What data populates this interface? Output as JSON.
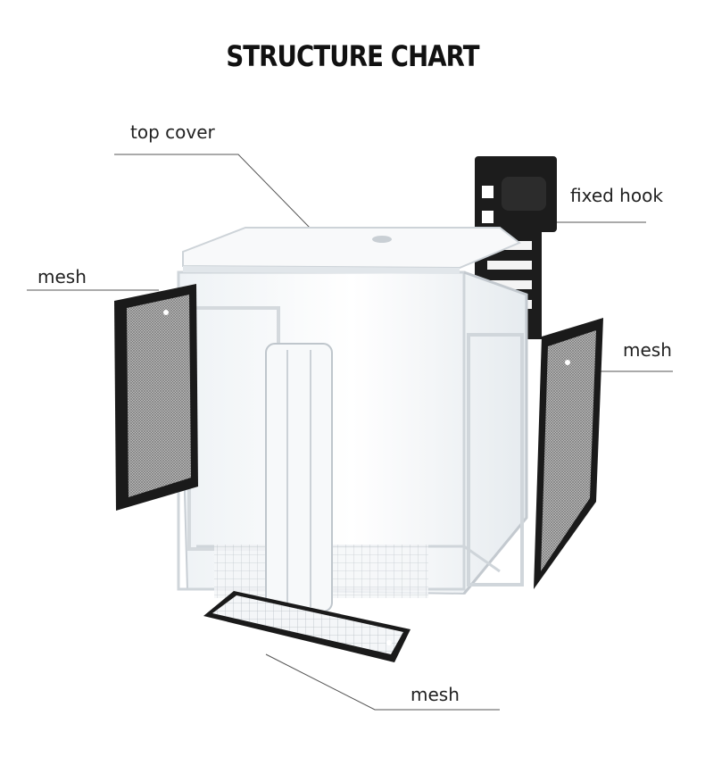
{
  "title": "STRUCTURE CHART",
  "labels": {
    "top_cover": "top cover",
    "fixed_hook": "fixed hook",
    "mesh_left": "mesh",
    "mesh_right": "mesh",
    "mesh_bottom": "mesh"
  },
  "colors": {
    "text": "#222222",
    "frame_black": "#1a1a1a",
    "acrylic_edge": "#d8dde2",
    "mesh_fill": "#9a9a9a",
    "leader_line": "#555555"
  }
}
